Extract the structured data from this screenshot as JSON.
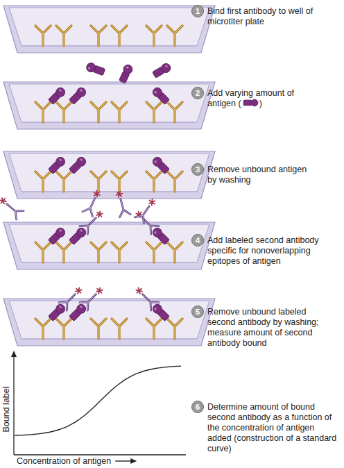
{
  "diagram": {
    "nodes": [
      {
        "text": [
          "1"
        ]
      },
      {
        "text": [
          "2"
        ]
      },
      {
        "text": [
          "3"
        ]
      },
      {
        "text": [
          "4"
        ]
      },
      {
        "text": [
          "5"
        ]
      },
      {
        "text": [
          "6"
        ]
      }
    ],
    "labels": [
      "Bind first antibody to well of microtiter plate",
      "Add varying amount of antigen (",
      ")",
      "Remove unbound antigen by washing",
      "Add labeled second antibody specific for nonoverlapping epitopes of antigen",
      "Remove unbound labeled second antibody by washing; measure amount of second antibody bound",
      "Determine amount of bound second antibody as a function of the concentration of antigen added (construction of a standard curve)",
      "Bound label",
      "Concentration of antigen"
    ]
  }
}
